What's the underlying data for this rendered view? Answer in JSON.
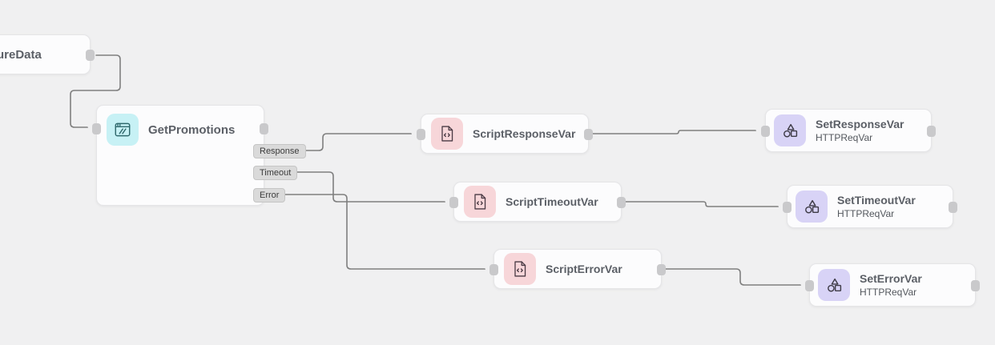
{
  "canvas": {
    "background": "#f0f0f1",
    "edge_color": "#7f7f7f",
    "port_color": "#c9c9cb"
  },
  "nodes": [
    {
      "id": "partial",
      "title": "ureData"
    },
    {
      "id": "get-promotions",
      "title": "GetPromotions",
      "icon": "browser-window-icon",
      "icon_bg": "#c7f1f5",
      "outputs": [
        "Response",
        "Timeout",
        "Error"
      ]
    },
    {
      "id": "script-response-var",
      "title": "ScriptResponseVar",
      "icon": "code-file-icon",
      "icon_bg": "#f7d6d9"
    },
    {
      "id": "script-timeout-var",
      "title": "ScriptTimeoutVar",
      "icon": "code-file-icon",
      "icon_bg": "#f7d6d9"
    },
    {
      "id": "script-error-var",
      "title": "ScriptErrorVar",
      "icon": "code-file-icon",
      "icon_bg": "#f7d6d9"
    },
    {
      "id": "set-response-var",
      "title": "SetResponseVar",
      "subtitle": "HTTPReqVar",
      "icon": "shapes-icon",
      "icon_bg": "#d8d3f6"
    },
    {
      "id": "set-timeout-var",
      "title": "SetTimeoutVar",
      "subtitle": "HTTPReqVar",
      "icon": "shapes-icon",
      "icon_bg": "#d8d3f6"
    },
    {
      "id": "set-error-var",
      "title": "SetErrorVar",
      "subtitle": "HTTPReqVar",
      "icon": "shapes-icon",
      "icon_bg": "#d8d3f6"
    }
  ],
  "edges": [
    {
      "from": "ureData",
      "to": "GetPromotions"
    },
    {
      "from": "GetPromotions:Response",
      "to": "ScriptResponseVar"
    },
    {
      "from": "GetPromotions:Timeout",
      "to": "ScriptTimeoutVar"
    },
    {
      "from": "GetPromotions:Error",
      "to": "ScriptErrorVar"
    },
    {
      "from": "ScriptResponseVar",
      "to": "SetResponseVar"
    },
    {
      "from": "ScriptTimeoutVar",
      "to": "SetTimeoutVar"
    },
    {
      "from": "ScriptErrorVar",
      "to": "SetErrorVar"
    }
  ]
}
